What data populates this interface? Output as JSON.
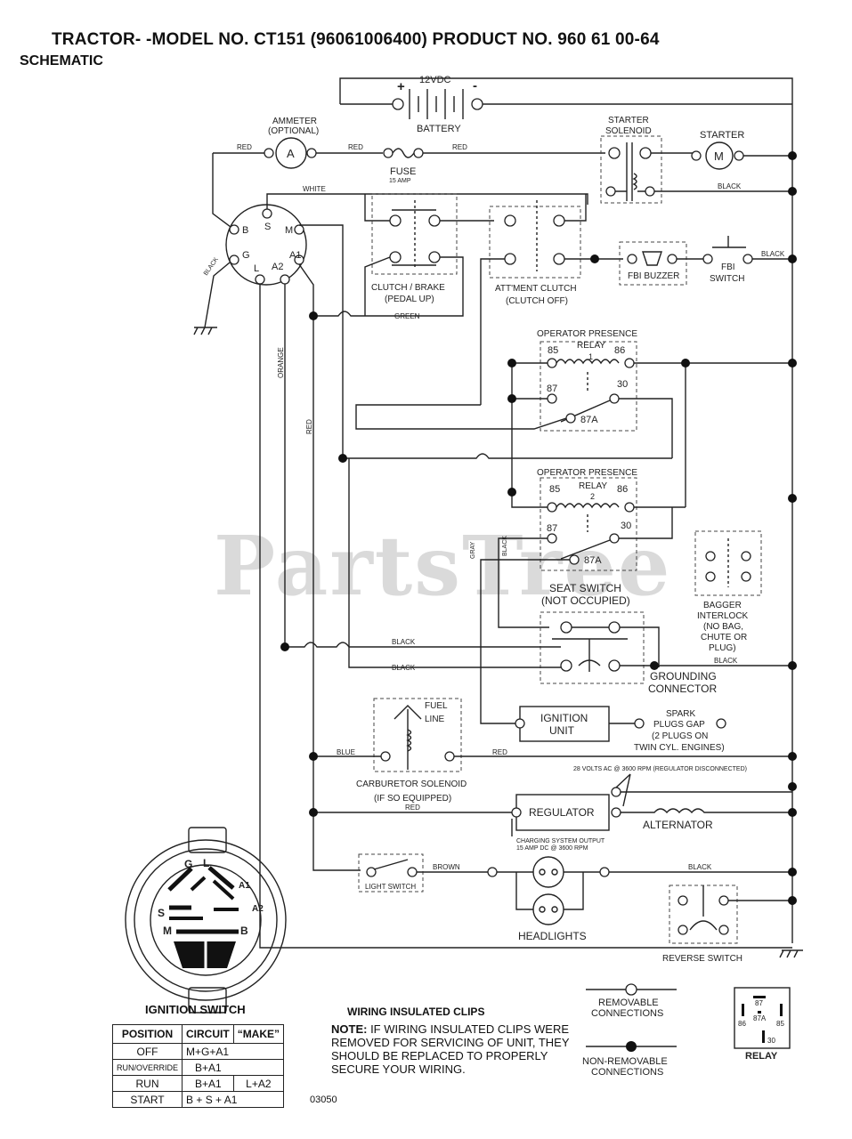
{
  "header": {
    "title": "TRACTOR- -MODEL NO. CT151 (96061006400) PRODUCT NO. 960 61 00-64",
    "subtitle": "SCHEMATIC"
  },
  "watermark": "PartsTree",
  "components": {
    "battery": {
      "voltage": "12VDC",
      "label": "BATTERY",
      "plus": "+",
      "minus": "-"
    },
    "ammeter": {
      "label1": "AMMETER",
      "label2": "(OPTIONAL)",
      "symbol": "A"
    },
    "fuse": {
      "label": "FUSE",
      "rating": "15 AMP"
    },
    "starter_solenoid": {
      "label1": "STARTER",
      "label2": "SOLENOID"
    },
    "starter": {
      "label": "STARTER",
      "symbol": "M"
    },
    "ignition_terminals": {
      "s": "S",
      "b": "B",
      "m": "M",
      "g": "G",
      "l": "L",
      "a1": "A1",
      "a2": "A2"
    },
    "clutch_brake": {
      "label1": "CLUTCH / BRAKE",
      "label2": "(PEDAL UP)"
    },
    "attment_clutch": {
      "label1": "ATT'MENT CLUTCH",
      "label2": "(CLUTCH OFF)"
    },
    "fbi_buzzer": {
      "label": "FBI BUZZER"
    },
    "fbi_switch": {
      "label1": "FBI",
      "label2": "SWITCH"
    },
    "relay1": {
      "label1": "OPERATOR PRESENCE",
      "label2": "RELAY",
      "num": "1",
      "p85": "85",
      "p86": "86",
      "p87": "87",
      "p30": "30",
      "p87a": "87A"
    },
    "relay2": {
      "label1": "OPERATOR PRESENCE",
      "label2": "RELAY",
      "num": "2",
      "p85": "85",
      "p86": "86",
      "p87": "87",
      "p30": "30",
      "p87a": "87A"
    },
    "seat_switch": {
      "label1": "SEAT SWITCH",
      "label2": "(NOT OCCUPIED)"
    },
    "bagger_interlock": {
      "label1": "BAGGER",
      "label2": "INTERLOCK",
      "label3": "(NO BAG,",
      "label4": "CHUTE OR",
      "label5": "PLUG)"
    },
    "grounding_connector": {
      "label1": "GROUNDING",
      "label2": "CONNECTOR"
    },
    "ignition_unit": {
      "label1": "IGNITION",
      "label2": "UNIT"
    },
    "spark_plugs": {
      "label1": "SPARK",
      "label2": "PLUGS GAP",
      "label3": "(2 PLUGS ON",
      "label4": "TWIN CYL. ENGINES)"
    },
    "fuel_line": {
      "label1": "FUEL",
      "label2": "LINE"
    },
    "carb_solenoid": {
      "label1": "CARBURETOR SOLENOID",
      "label2": "(IF SO EQUIPPED)"
    },
    "regulator": {
      "label": "REGULATOR",
      "note": "28 VOLTS AC @ 3600 RPM (REGULATOR DISCONNECTED)",
      "charge1": "CHARGING SYSTEM OUTPUT",
      "charge2": "15 AMP DC @ 3600 RPM"
    },
    "alternator": {
      "label": "ALTERNATOR"
    },
    "light_switch": {
      "label": "LIGHT SWITCH"
    },
    "headlights": {
      "label": "HEADLIGHTS"
    },
    "reverse_switch": {
      "label": "REVERSE SWITCH"
    }
  },
  "wire_labels": {
    "red": "RED",
    "white": "WHITE",
    "black": "BLACK",
    "green": "GREEN",
    "orange": "ORANGE",
    "gray": "GRAY",
    "blue": "BLUE",
    "brown": "BROWN"
  },
  "ignition_switch": {
    "title": "IGNITION SWITCH",
    "headers": [
      "POSITION",
      "CIRCUIT",
      "“MAKE”"
    ],
    "rows": [
      {
        "position": "OFF",
        "circuit": "M+G+A1",
        "make": ""
      },
      {
        "position": "RUN/OVERRIDE",
        "circuit": "B+A1",
        "make": ""
      },
      {
        "position": "RUN",
        "circuit": "B+A1",
        "make": "L+A2"
      },
      {
        "position": "START",
        "circuit": "B + S + A1",
        "make": ""
      }
    ],
    "terminals": [
      "G",
      "L",
      "A1",
      "S",
      "A2",
      "M",
      "B"
    ]
  },
  "notes": {
    "title": "WIRING INSULATED CLIPS",
    "bold": "NOTE:",
    "text": " IF WIRING INSULATED CLIPS WERE REMOVED FOR SERVICING OF UNIT, THEY SHOULD BE REPLACED TO PROPERLY SECURE YOUR WIRING."
  },
  "legend": {
    "removable1": "REMOVABLE",
    "removable2": "CONNECTIONS",
    "nonremovable1": "NON-REMOVABLE",
    "nonremovable2": "CONNECTIONS",
    "relay": "RELAY",
    "relay_pins": [
      "87",
      "87A",
      "86",
      "85",
      "30"
    ]
  },
  "figure_number": "03050"
}
